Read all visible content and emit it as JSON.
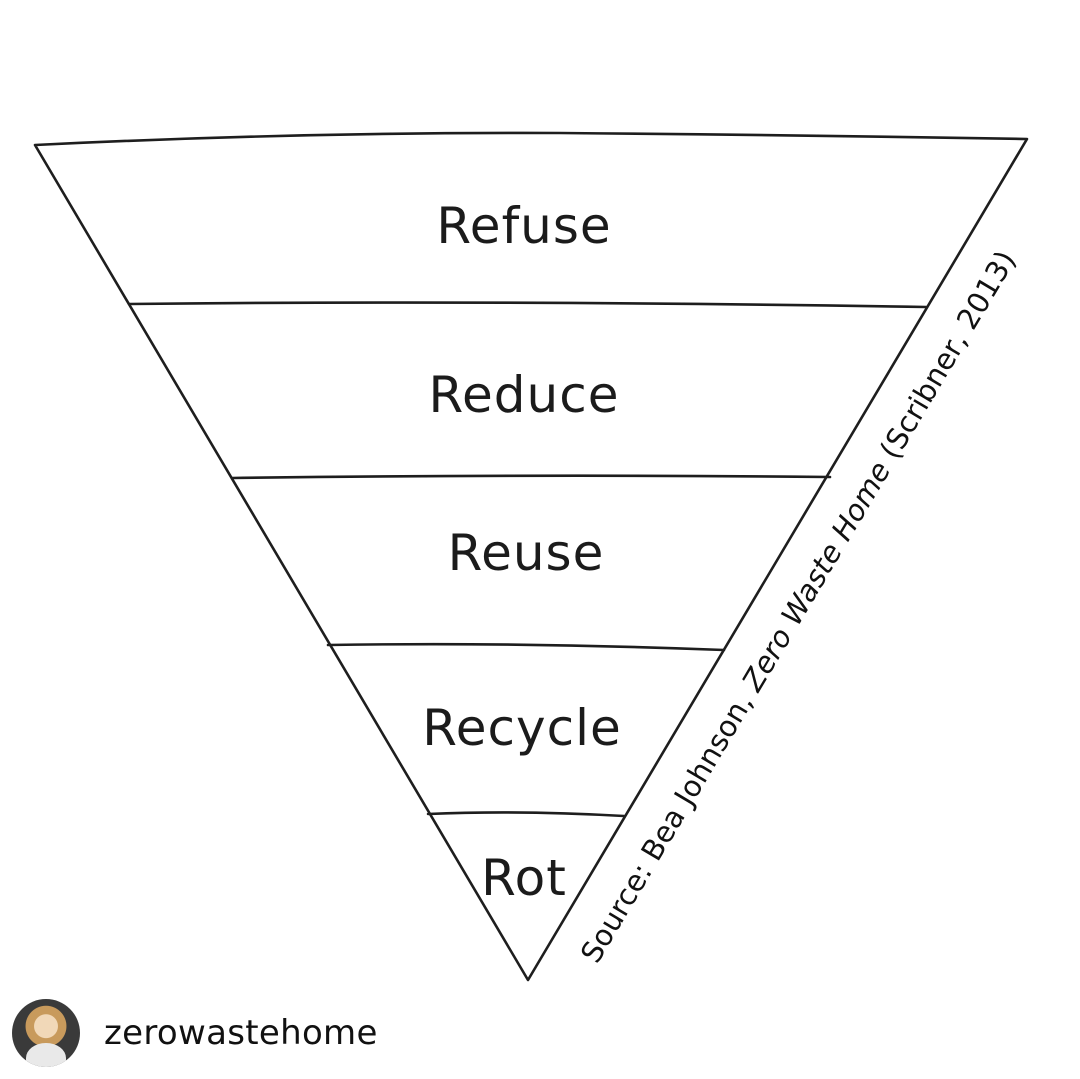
{
  "tiers": [
    {
      "label": "Refuse"
    },
    {
      "label": "Reduce"
    },
    {
      "label": "Reuse"
    },
    {
      "label": "Recycle"
    },
    {
      "label": "Rot"
    }
  ],
  "source": {
    "prefix": "Source: Bea Johnson, ",
    "book": "Zero Waste Home",
    "suffix": " (Scribner, 2013)"
  },
  "account": {
    "handle": "zerowastehome"
  }
}
